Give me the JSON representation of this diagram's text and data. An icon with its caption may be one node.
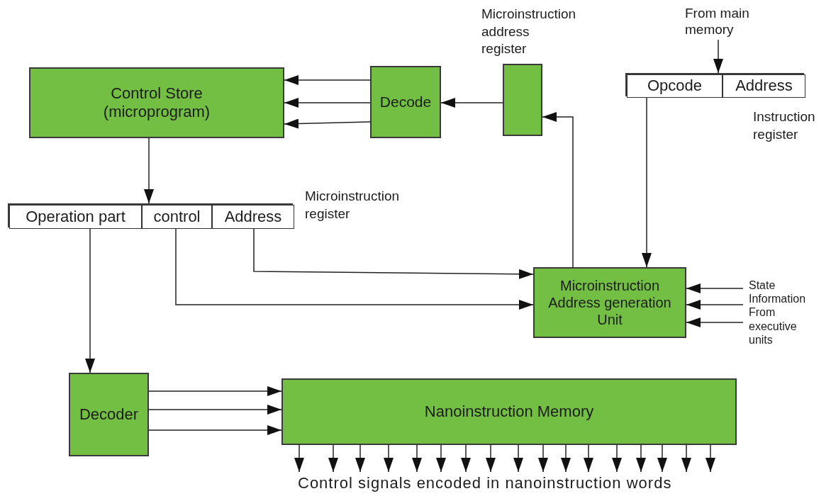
{
  "diagram": {
    "nodes": [
      {
        "text": [
          "Control Store (microprogram)"
        ]
      },
      {
        "text": [
          "Decode"
        ]
      },
      {
        "text": [],
        "shape": "box",
        "beside": [
          "Microinstruction address register"
        ]
      },
      {
        "text": [
          "From main memory"
        ]
      },
      {
        "text": [],
        "shape": "box",
        "beside": [
          "Instruction register"
        ]
      },
      {
        "text": [
          "Opcode"
        ],
        "in": 4
      },
      {
        "text": [
          "Address"
        ],
        "in": 4
      },
      {
        "text": [],
        "shape": "box",
        "beside": [
          "Microinstruction register"
        ]
      },
      {
        "text": [
          "Operation part"
        ],
        "in": 7
      },
      {
        "text": [
          "control"
        ],
        "in": 7
      },
      {
        "text": [
          "Address"
        ],
        "in": 7
      },
      {
        "text": [
          "Microinstruction Address generation Unit"
        ]
      },
      {
        "text": [
          "State Information From executive units"
        ]
      },
      {
        "text": [
          "Decoder"
        ]
      },
      {
        "text": [
          "Nanoinstruction Memory"
        ]
      },
      {
        "text": [
          "Control signals encoded in nanoinstruction words"
        ]
      }
    ],
    "edges": [
      {
        "from": 1,
        "to": 0,
        "arrow": "to"
      },
      {
        "from": 1,
        "to": 0,
        "arrow": "to"
      },
      {
        "from": 1,
        "to": 0,
        "arrow": "to"
      },
      {
        "from": 2,
        "to": 1,
        "arrow": "to"
      },
      {
        "from": 11,
        "to": 2,
        "arrow": "to"
      },
      {
        "from": 3,
        "to": 4,
        "arrow": "to"
      },
      {
        "from": 5,
        "to": 11,
        "arrow": "to"
      },
      {
        "from": 0,
        "to": 7,
        "arrow": "to"
      },
      {
        "from": 10,
        "to": 11,
        "arrow": "to"
      },
      {
        "from": 9,
        "to": 11,
        "arrow": "to"
      },
      {
        "from": 8,
        "to": 13,
        "arrow": "to"
      },
      {
        "from": 12,
        "to": 11,
        "arrow": "to"
      },
      {
        "from": 12,
        "to": 11,
        "arrow": "to"
      },
      {
        "from": 12,
        "to": 11,
        "arrow": "to"
      },
      {
        "from": 13,
        "to": 14,
        "arrow": "to"
      },
      {
        "from": 13,
        "to": 14,
        "arrow": "to"
      },
      {
        "from": 13,
        "to": 14,
        "arrow": "to"
      },
      {
        "from": 14,
        "to": 15,
        "arrow": "to"
      },
      {
        "from": 14,
        "to": 15,
        "arrow": "to"
      },
      {
        "from": 14,
        "to": 15,
        "arrow": "to"
      },
      {
        "from": 14,
        "to": 15,
        "arrow": "to"
      },
      {
        "from": 14,
        "to": 15,
        "arrow": "to"
      },
      {
        "from": 14,
        "to": 15,
        "arrow": "to"
      },
      {
        "from": 14,
        "to": 15,
        "arrow": "to"
      },
      {
        "from": 14,
        "to": 15,
        "arrow": "to"
      },
      {
        "from": 14,
        "to": 15,
        "arrow": "to"
      },
      {
        "from": 14,
        "to": 15,
        "arrow": "to"
      },
      {
        "from": 14,
        "to": 15,
        "arrow": "to"
      },
      {
        "from": 14,
        "to": 15,
        "arrow": "to"
      },
      {
        "from": 14,
        "to": 15,
        "arrow": "to"
      },
      {
        "from": 14,
        "to": 15,
        "arrow": "to"
      },
      {
        "from": 14,
        "to": 15,
        "arrow": "to"
      },
      {
        "from": 14,
        "to": 15,
        "arrow": "to"
      },
      {
        "from": 14,
        "to": null,
        "arrow": "to"
      }
    ]
  }
}
